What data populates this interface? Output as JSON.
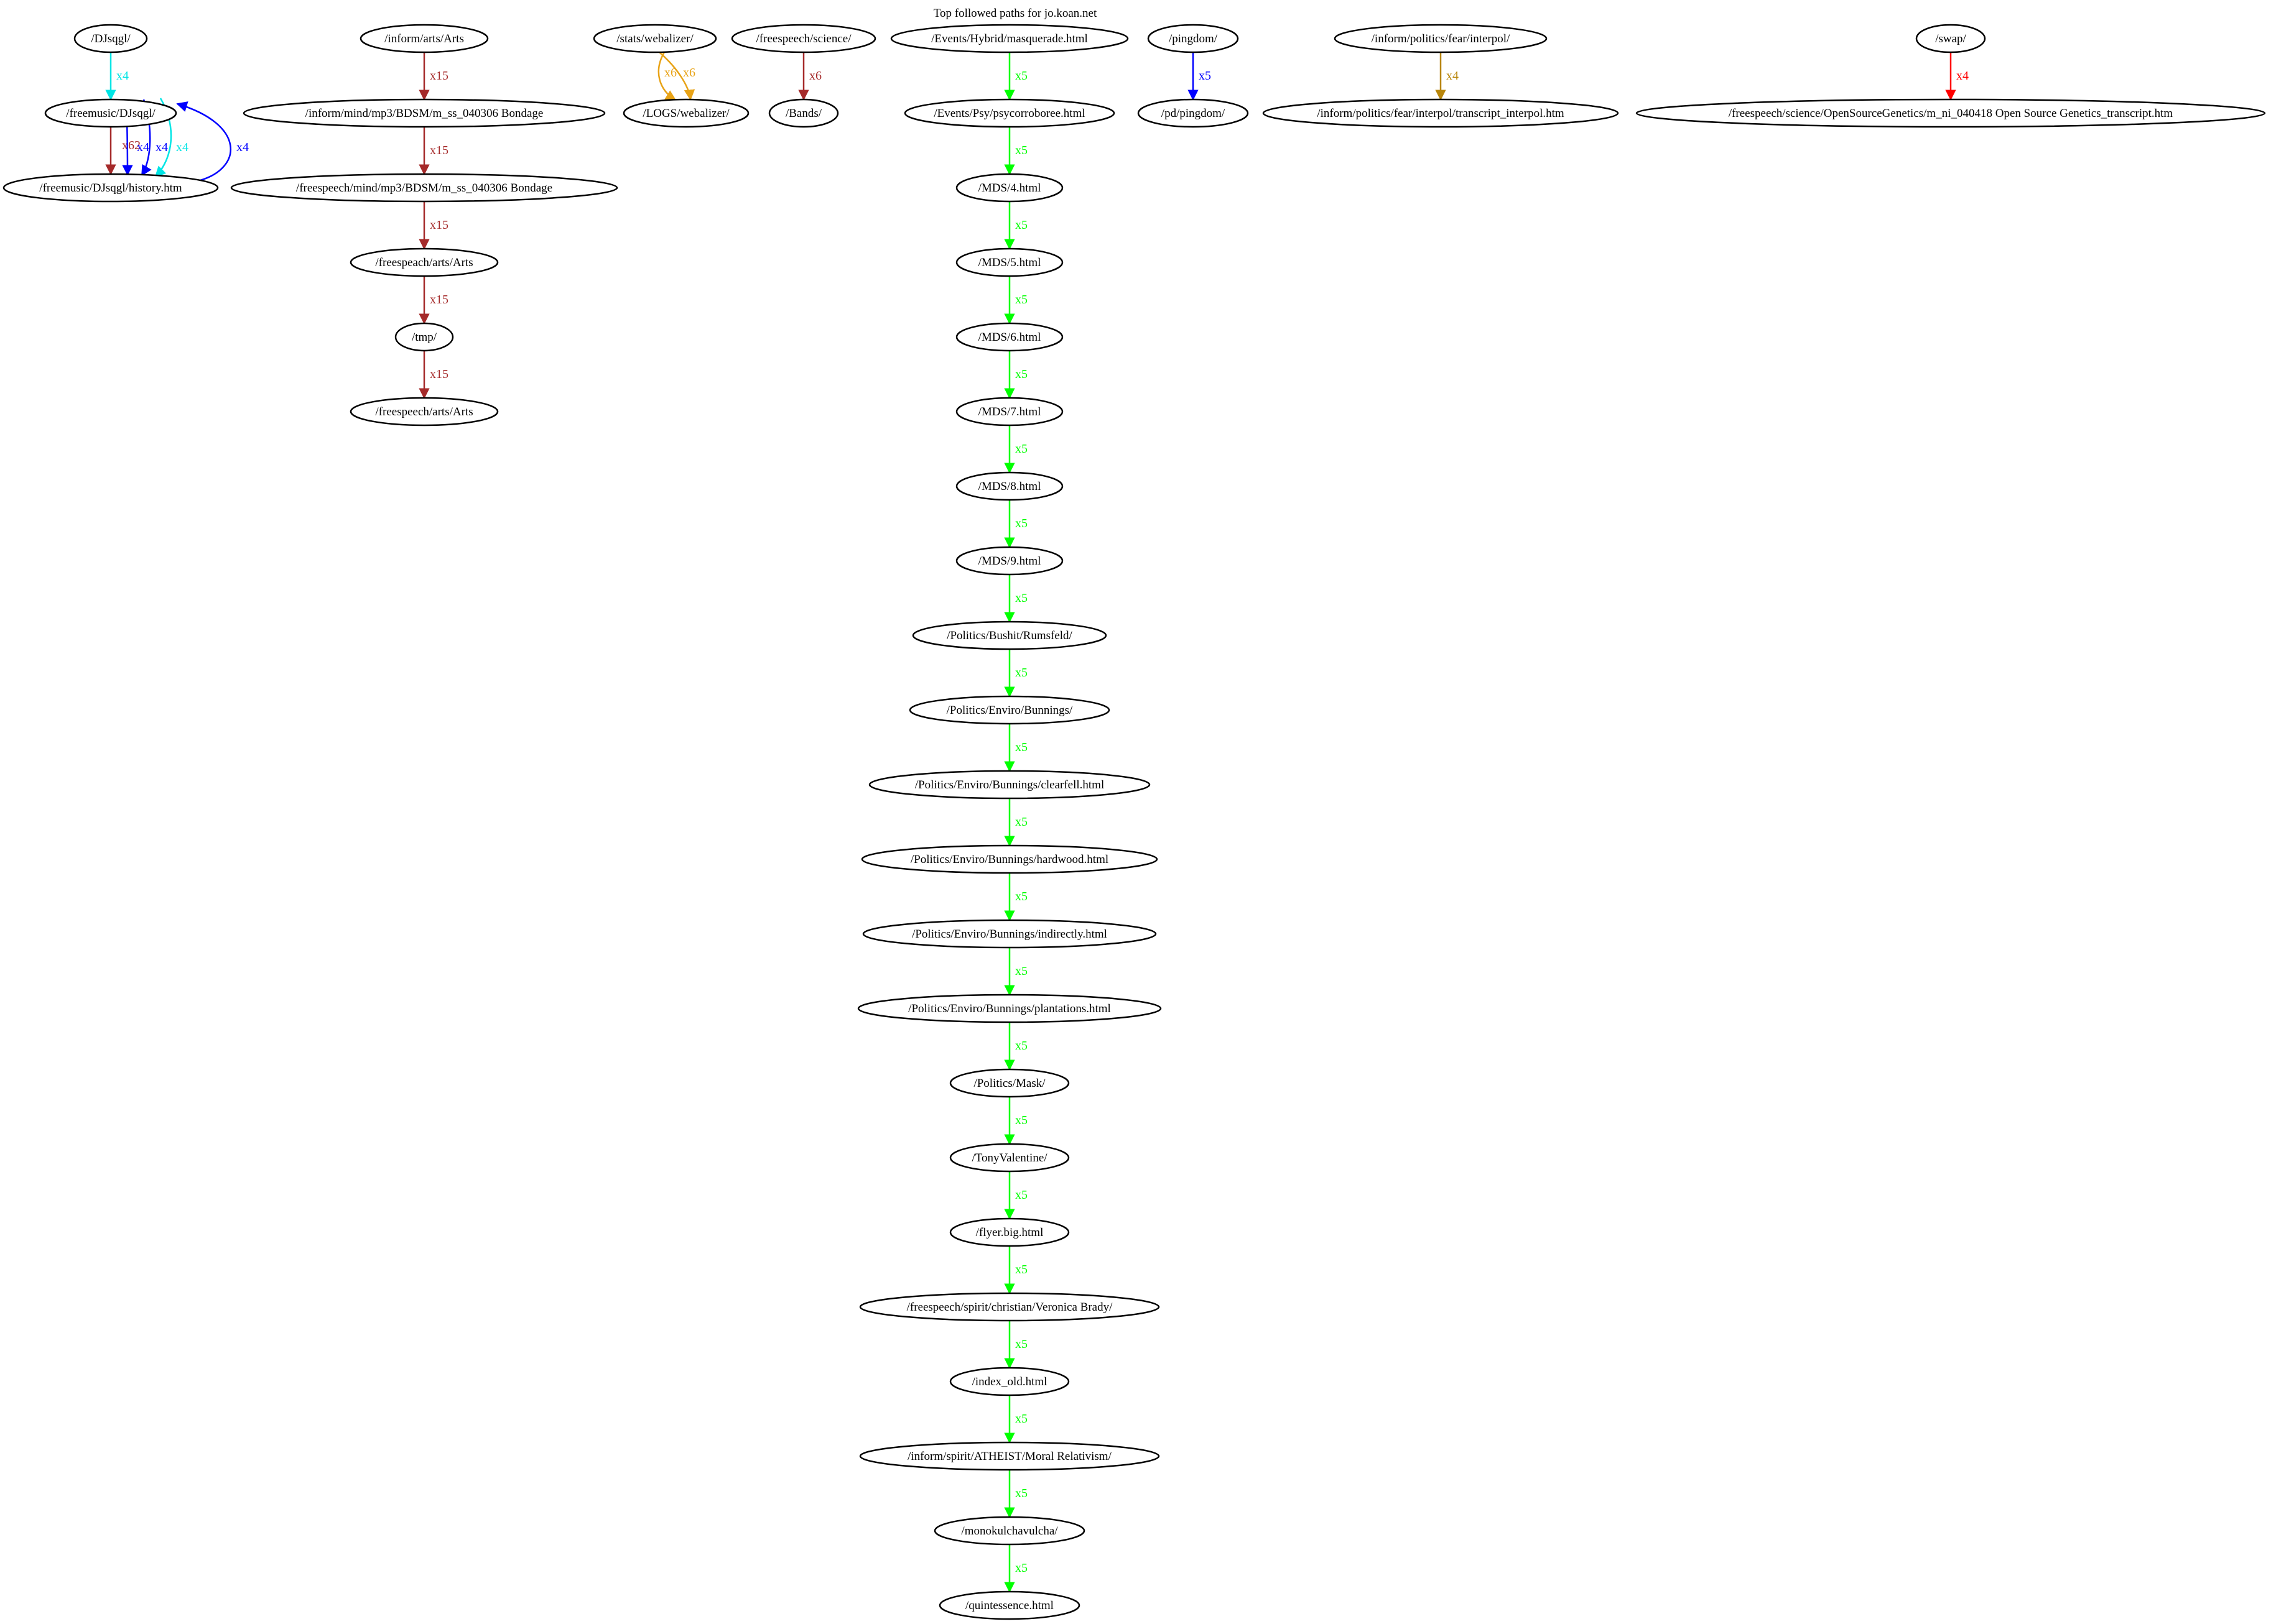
{
  "title": "Top followed paths for jo.koan.net",
  "colors": {
    "cyan": "#00e5e5",
    "brown": "#a52a2a",
    "blue": "#0000ff",
    "orange": "#e8a317",
    "green": "#00ff00",
    "olive": "#b8860b",
    "red": "#ff0000"
  },
  "nodes": [
    {
      "id": "n1",
      "label": "/DJsqgl/"
    },
    {
      "id": "n2",
      "label": "/freemusic/DJsqgl/"
    },
    {
      "id": "n3",
      "label": "/freemusic/DJsqgl/history.htm"
    },
    {
      "id": "n4",
      "label": "/inform/arts/Arts"
    },
    {
      "id": "n5",
      "label": "/inform/mind/mp3/BDSM/m_ss_040306 Bondage"
    },
    {
      "id": "n6",
      "label": "/freespeech/mind/mp3/BDSM/m_ss_040306 Bondage"
    },
    {
      "id": "n7",
      "label": "/freespeach/arts/Arts"
    },
    {
      "id": "n8",
      "label": "/tmp/"
    },
    {
      "id": "n9",
      "label": "/freespeech/arts/Arts"
    },
    {
      "id": "n10",
      "label": "/stats/webalizer/"
    },
    {
      "id": "n11",
      "label": "/LOGS/webalizer/"
    },
    {
      "id": "n12",
      "label": "/freespeech/science/"
    },
    {
      "id": "n13",
      "label": "/Bands/"
    },
    {
      "id": "n14",
      "label": "/Events/Hybrid/masquerade.html"
    },
    {
      "id": "n15",
      "label": "/Events/Psy/psycorroboree.html"
    },
    {
      "id": "n16",
      "label": "/MDS/4.html"
    },
    {
      "id": "n17",
      "label": "/MDS/5.html"
    },
    {
      "id": "n18",
      "label": "/MDS/6.html"
    },
    {
      "id": "n19",
      "label": "/MDS/7.html"
    },
    {
      "id": "n20",
      "label": "/MDS/8.html"
    },
    {
      "id": "n21",
      "label": "/MDS/9.html"
    },
    {
      "id": "n22",
      "label": "/Politics/Bushit/Rumsfeld/"
    },
    {
      "id": "n23",
      "label": "/Politics/Enviro/Bunnings/"
    },
    {
      "id": "n24",
      "label": "/Politics/Enviro/Bunnings/clearfell.html"
    },
    {
      "id": "n25",
      "label": "/Politics/Enviro/Bunnings/hardwood.html"
    },
    {
      "id": "n26",
      "label": "/Politics/Enviro/Bunnings/indirectly.html"
    },
    {
      "id": "n27",
      "label": "/Politics/Enviro/Bunnings/plantations.html"
    },
    {
      "id": "n28",
      "label": "/Politics/Mask/"
    },
    {
      "id": "n29",
      "label": "/TonyValentine/"
    },
    {
      "id": "n30",
      "label": "/flyer.big.html"
    },
    {
      "id": "n31",
      "label": "/freespeech/spirit/christian/Veronica Brady/"
    },
    {
      "id": "n32",
      "label": "/index_old.html"
    },
    {
      "id": "n33",
      "label": "/inform/spirit/ATHEIST/Moral Relativism/"
    },
    {
      "id": "n34",
      "label": "/monokulchavulcha/"
    },
    {
      "id": "n35",
      "label": "/quintessence.html"
    },
    {
      "id": "n36",
      "label": "/pingdom/"
    },
    {
      "id": "n37",
      "label": "/pd/pingdom/"
    },
    {
      "id": "n38",
      "label": "/inform/politics/fear/interpol/"
    },
    {
      "id": "n39",
      "label": "/inform/politics/fear/interpol/transcript_interpol.htm"
    },
    {
      "id": "n40",
      "label": "/swap/"
    },
    {
      "id": "n41",
      "label": "/freespeech/science/OpenSourceGenetics/m_ni_040418 Open Source Genetics_transcript.htm"
    }
  ],
  "edges": [
    {
      "from": "n1",
      "to": "n2",
      "label": "x4",
      "color": "cyan"
    },
    {
      "from": "n2",
      "to": "n3",
      "label": "x62",
      "color": "brown"
    },
    {
      "from": "n2",
      "to": "n3",
      "label": "x4",
      "color": "blue"
    },
    {
      "from": "n2",
      "to": "n3",
      "label": "x4",
      "color": "blue"
    },
    {
      "from": "n2",
      "to": "n3",
      "label": "x4",
      "color": "cyan"
    },
    {
      "from": "n3",
      "to": "n2",
      "label": "x4",
      "color": "blue"
    },
    {
      "from": "n4",
      "to": "n5",
      "label": "x15",
      "color": "brown"
    },
    {
      "from": "n5",
      "to": "n6",
      "label": "x15",
      "color": "brown"
    },
    {
      "from": "n6",
      "to": "n7",
      "label": "x15",
      "color": "brown"
    },
    {
      "from": "n7",
      "to": "n8",
      "label": "x15",
      "color": "brown"
    },
    {
      "from": "n8",
      "to": "n9",
      "label": "x15",
      "color": "brown"
    },
    {
      "from": "n11",
      "to": "n10",
      "label": "x6",
      "color": "orange"
    },
    {
      "from": "n10",
      "to": "n11",
      "label": "x6",
      "color": "orange"
    },
    {
      "from": "n12",
      "to": "n13",
      "label": "x6",
      "color": "brown"
    },
    {
      "from": "n14",
      "to": "n15",
      "label": "x5",
      "color": "green"
    },
    {
      "from": "n15",
      "to": "n16",
      "label": "x5",
      "color": "green"
    },
    {
      "from": "n16",
      "to": "n17",
      "label": "x5",
      "color": "green"
    },
    {
      "from": "n17",
      "to": "n18",
      "label": "x5",
      "color": "green"
    },
    {
      "from": "n18",
      "to": "n19",
      "label": "x5",
      "color": "green"
    },
    {
      "from": "n19",
      "to": "n20",
      "label": "x5",
      "color": "green"
    },
    {
      "from": "n20",
      "to": "n21",
      "label": "x5",
      "color": "green"
    },
    {
      "from": "n21",
      "to": "n22",
      "label": "x5",
      "color": "green"
    },
    {
      "from": "n22",
      "to": "n23",
      "label": "x5",
      "color": "green"
    },
    {
      "from": "n23",
      "to": "n24",
      "label": "x5",
      "color": "green"
    },
    {
      "from": "n24",
      "to": "n25",
      "label": "x5",
      "color": "green"
    },
    {
      "from": "n25",
      "to": "n26",
      "label": "x5",
      "color": "green"
    },
    {
      "from": "n26",
      "to": "n27",
      "label": "x5",
      "color": "green"
    },
    {
      "from": "n27",
      "to": "n28",
      "label": "x5",
      "color": "green"
    },
    {
      "from": "n28",
      "to": "n29",
      "label": "x5",
      "color": "green"
    },
    {
      "from": "n29",
      "to": "n30",
      "label": "x5",
      "color": "green"
    },
    {
      "from": "n30",
      "to": "n31",
      "label": "x5",
      "color": "green"
    },
    {
      "from": "n31",
      "to": "n32",
      "label": "x5",
      "color": "green"
    },
    {
      "from": "n32",
      "to": "n33",
      "label": "x5",
      "color": "green"
    },
    {
      "from": "n33",
      "to": "n34",
      "label": "x5",
      "color": "green"
    },
    {
      "from": "n34",
      "to": "n35",
      "label": "x5",
      "color": "green"
    },
    {
      "from": "n36",
      "to": "n37",
      "label": "x5",
      "color": "blue"
    },
    {
      "from": "n38",
      "to": "n39",
      "label": "x4",
      "color": "olive"
    },
    {
      "from": "n40",
      "to": "n41",
      "label": "x4",
      "color": "red"
    }
  ]
}
